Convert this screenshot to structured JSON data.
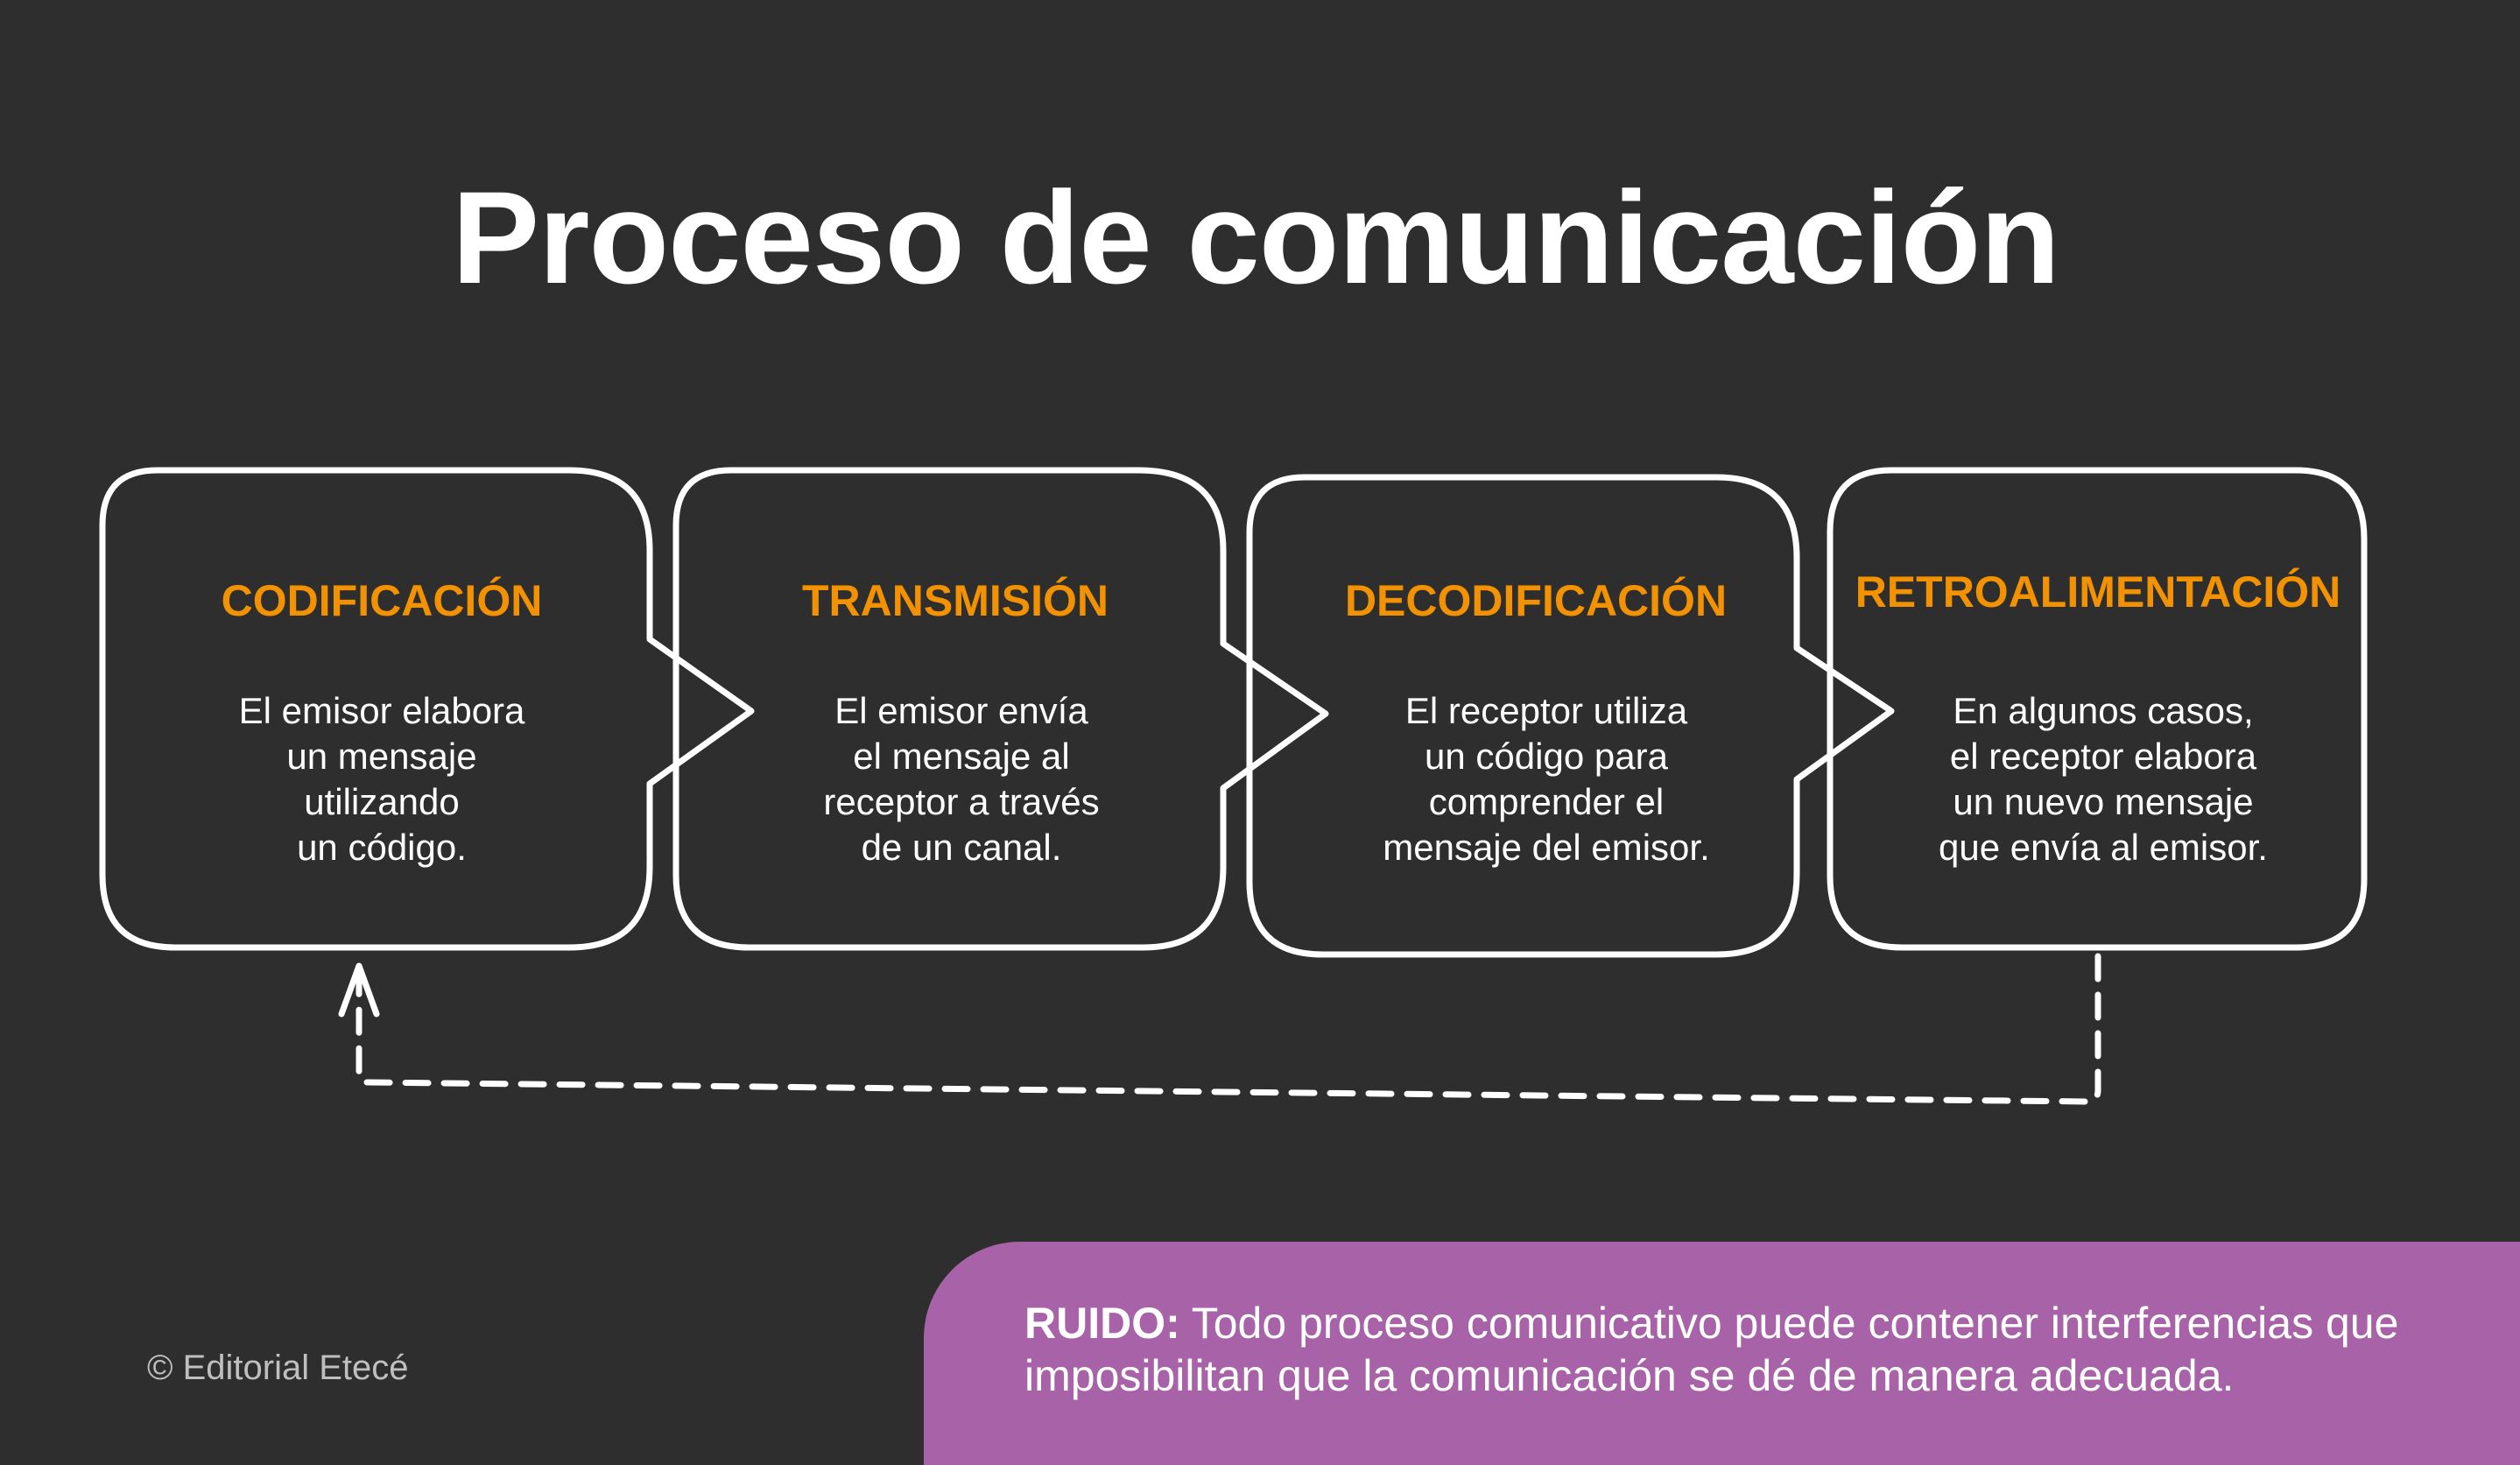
{
  "title": "Proceso de comunicación",
  "colors": {
    "background": "#2e2e2e",
    "heading": "#f39200",
    "text": "#ffffff",
    "panel": "#a863a8"
  },
  "steps": [
    {
      "heading": "CODIFICACIÓN",
      "text": "El emisor elabora\nun mensaje\nutilizando\nun código."
    },
    {
      "heading": "TRANSMISIÓN",
      "text": "El emisor envía\nel mensaje al\nreceptor a través\nde un canal."
    },
    {
      "heading": "DECODIFICACIÓN",
      "text": "El receptor utiliza\nun código para\ncomprender el\nmensaje del emisor."
    },
    {
      "heading": "RETROALIMENTACIÓN",
      "text": "En algunos casos,\nel receptor elabora\nun nuevo mensaje\nque envía al emisor."
    }
  ],
  "feedback_arrow_icon": "dashed-return-arrow",
  "copyright": "© Editorial Etecé",
  "ruido": {
    "label": "RUIDO:",
    "text": " Todo proceso comunicativo puede contener interferencias que imposibilitan que la comunicación se dé de manera adecuada."
  }
}
